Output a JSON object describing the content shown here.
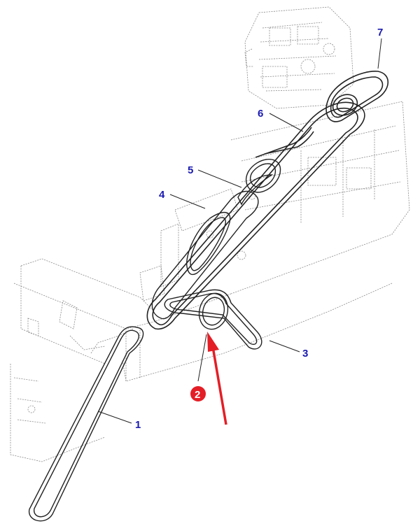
{
  "callouts": {
    "c1": "1",
    "c2": "2",
    "c3": "3",
    "c4": "4",
    "c5": "5",
    "c6": "6",
    "c7": "7"
  },
  "colors": {
    "callout_text": "#1a1ab0",
    "highlight_red": "#e41e26",
    "line": "#222222",
    "frame_dots": "#8a8a8a"
  }
}
